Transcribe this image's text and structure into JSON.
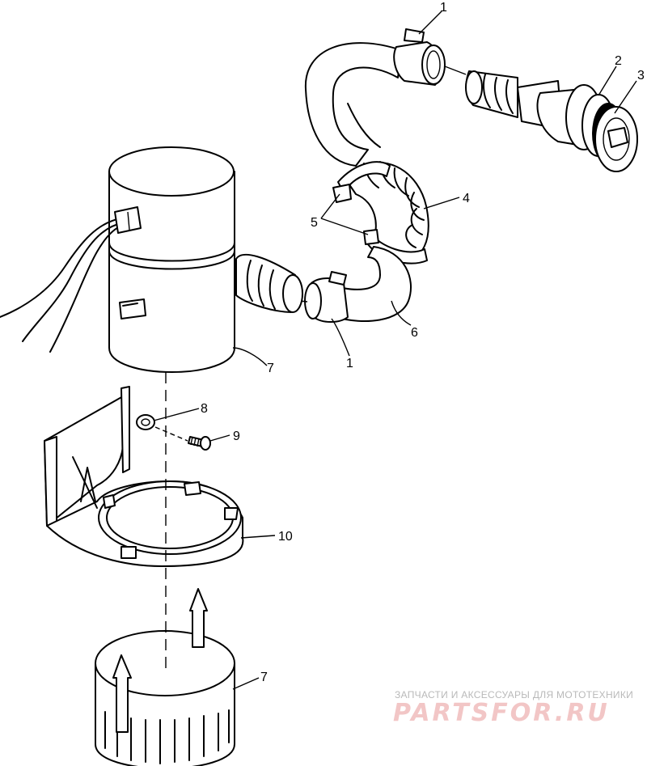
{
  "diagram": {
    "callouts": [
      {
        "id": "c1a",
        "text": "1"
      },
      {
        "id": "c2",
        "text": "2"
      },
      {
        "id": "c3",
        "text": "3"
      },
      {
        "id": "c4",
        "text": "4"
      },
      {
        "id": "c5",
        "text": "5"
      },
      {
        "id": "c6",
        "text": "6"
      },
      {
        "id": "c1b",
        "text": "1"
      },
      {
        "id": "c7a",
        "text": "7"
      },
      {
        "id": "c8",
        "text": "8"
      },
      {
        "id": "c9",
        "text": "9"
      },
      {
        "id": "c10",
        "text": "10"
      },
      {
        "id": "c7b",
        "text": "7"
      }
    ]
  },
  "watermark": {
    "caption": "ЗАПЧАСТИ И АКСЕССУАРЫ ДЛЯ МОТОТЕХНИКИ",
    "logo": "PARTSFOR.RU"
  }
}
